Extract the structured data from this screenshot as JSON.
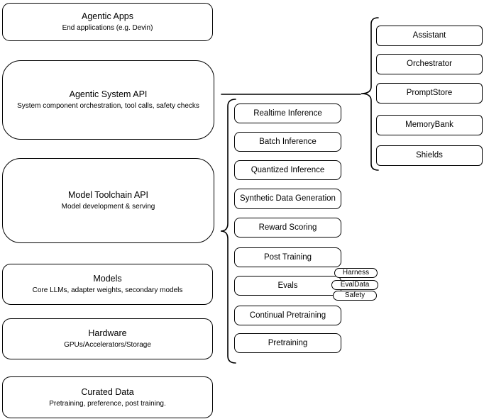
{
  "diagram": {
    "layers": [
      {
        "title": "Agentic Apps",
        "subtitle": "End applications (e.g. Devin)"
      },
      {
        "title": "Agentic System API",
        "subtitle": "System component orchestration, tool calls, safety checks"
      },
      {
        "title": "Model Toolchain API",
        "subtitle": "Model development & serving"
      },
      {
        "title": "Models",
        "subtitle": "Core LLMs, adapter weights, secondary models"
      },
      {
        "title": "Hardware",
        "subtitle": "GPUs/Accelerators/Storage"
      },
      {
        "title": "Curated Data",
        "subtitle": "Pretraining, preference, post training."
      }
    ],
    "toolchain_components": [
      {
        "label": "Realtime Inference"
      },
      {
        "label": "Batch Inference"
      },
      {
        "label": "Quantized Inference"
      },
      {
        "label": "Synthetic Data Generation"
      },
      {
        "label": "Reward Scoring"
      },
      {
        "label": "Post Training"
      },
      {
        "label": "Evals"
      },
      {
        "label": "Continual Pretraining"
      },
      {
        "label": "Pretraining"
      }
    ],
    "evals_tags": [
      {
        "label": "Harness"
      },
      {
        "label": "EvalData"
      },
      {
        "label": "Safety"
      }
    ],
    "system_components": [
      {
        "label": "Assistant"
      },
      {
        "label": "Orchestrator"
      },
      {
        "label": "PromptStore"
      },
      {
        "label": "MemoryBank"
      },
      {
        "label": "Shields"
      }
    ],
    "colors": {
      "stroke": "#000000",
      "fill": "#ffffff",
      "background": "#ffffff"
    }
  }
}
